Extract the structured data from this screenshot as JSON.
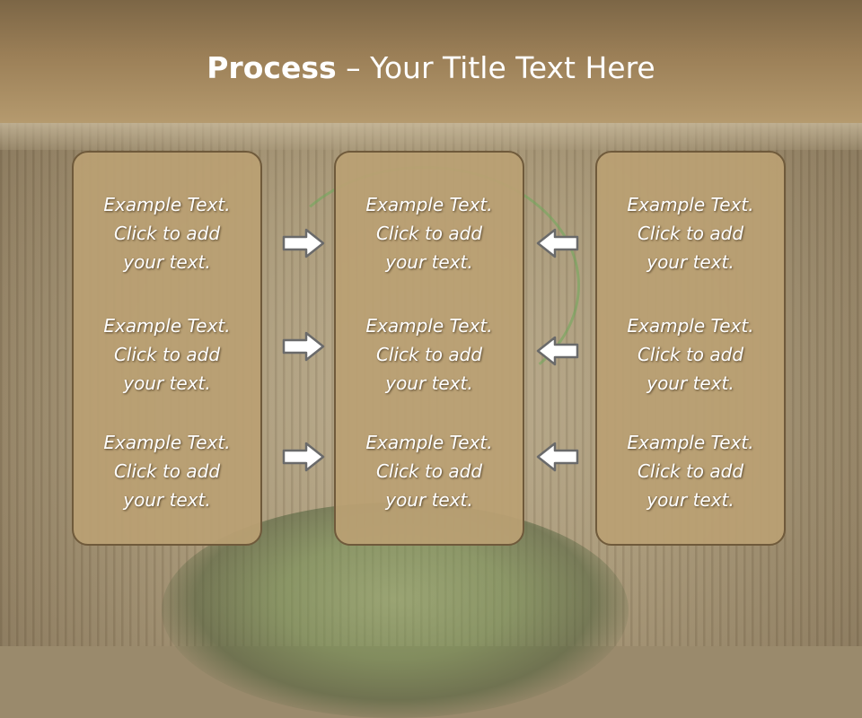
{
  "title": {
    "bold": "Process",
    "rest": " – Your Title Text Here"
  },
  "boxes": [
    {
      "items": [
        {
          "l1": "Example Text.",
          "l2": "Click  to add",
          "l3": "your text."
        },
        {
          "l1": "Example Text.",
          "l2": "Click  to add",
          "l3": "your text."
        },
        {
          "l1": "Example Text.",
          "l2": "Click  to add",
          "l3": "your text."
        }
      ]
    },
    {
      "items": [
        {
          "l1": "Example Text.",
          "l2": "Click  to add",
          "l3": "your text."
        },
        {
          "l1": "Example Text.",
          "l2": "Click  to add",
          "l3": "your text."
        },
        {
          "l1": "Example Text.",
          "l2": "Click  to add",
          "l3": "your text."
        }
      ]
    },
    {
      "items": [
        {
          "l1": "Example Text.",
          "l2": "Click  to add",
          "l3": "your text."
        },
        {
          "l1": "Example Text.",
          "l2": "Click  to add",
          "l3": "your text."
        },
        {
          "l1": "Example Text.",
          "l2": "Click  to add",
          "l3": "your text."
        }
      ]
    }
  ],
  "arrows": {
    "left_column": "arrow-right-icon",
    "right_column": "arrow-left-icon"
  },
  "colors": {
    "box_fill": "#baa073",
    "box_border": "#6f5a3b",
    "header": "#9b7f57",
    "arrow_fill": "#ffffff",
    "arrow_stroke": "#6a6a6a"
  }
}
